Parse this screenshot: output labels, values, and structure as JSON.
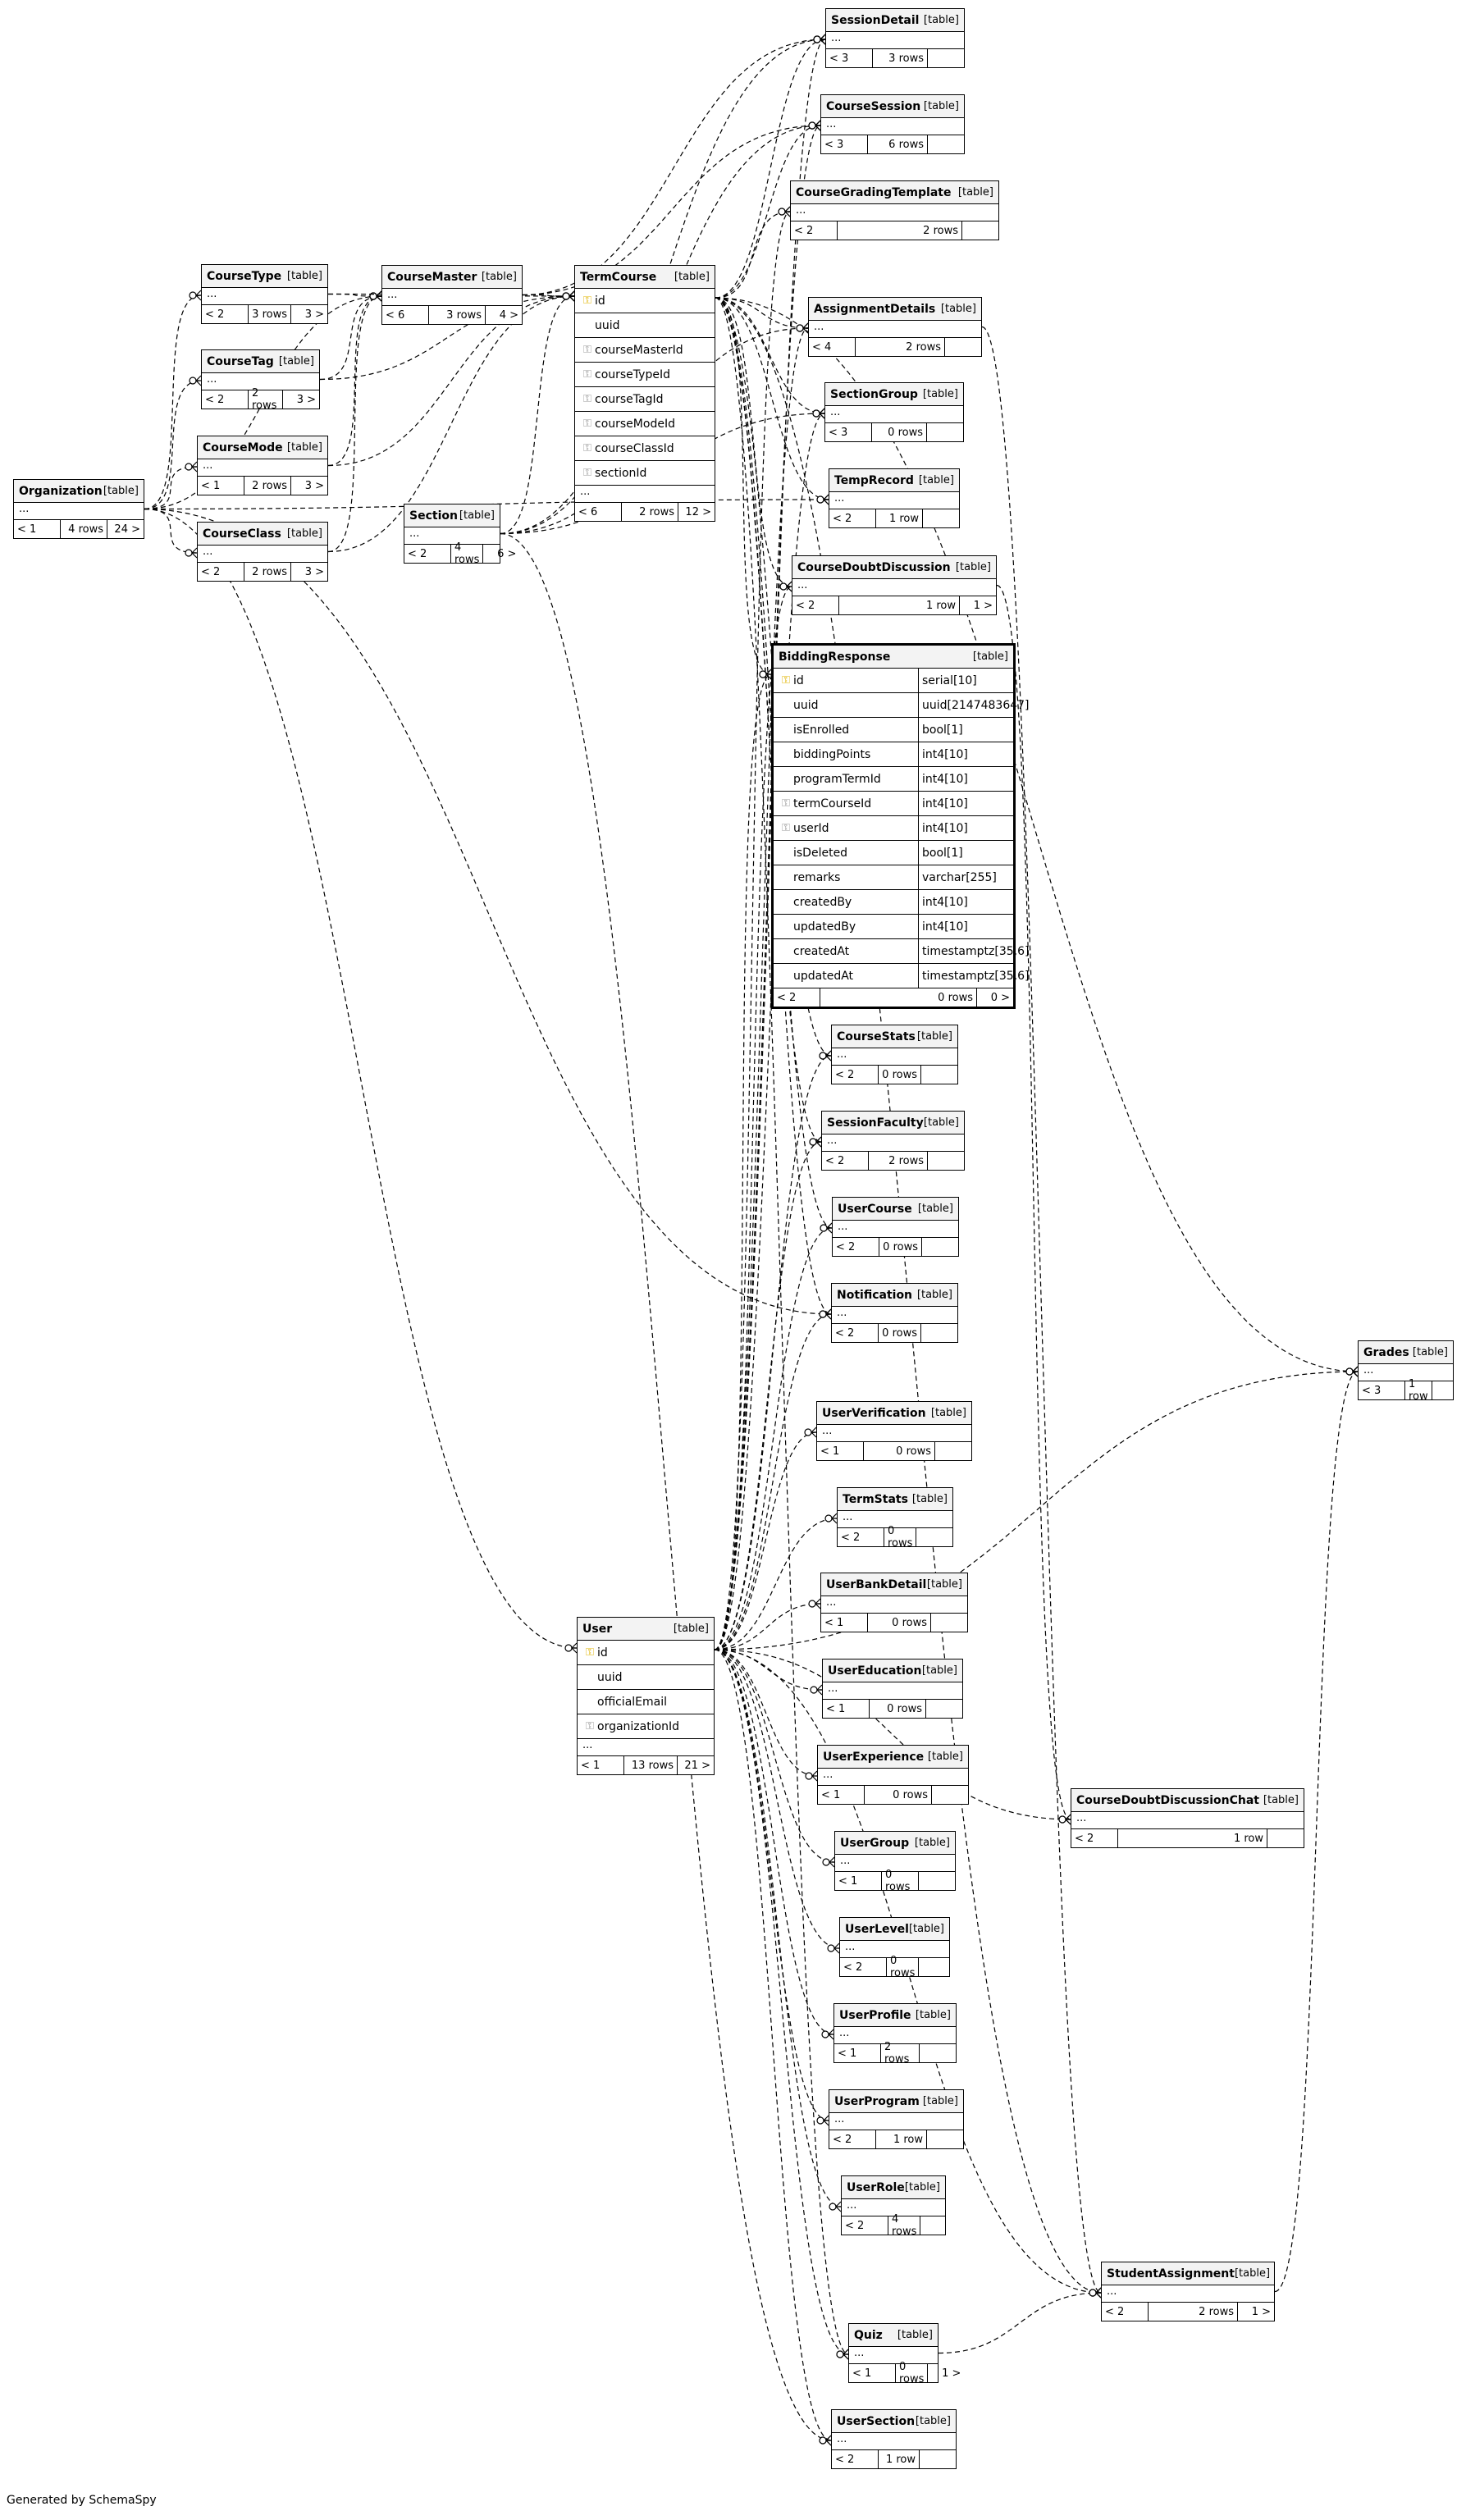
{
  "credit": "Generated by SchemaSpy",
  "tables": [
    {
      "key": "SessionDetail",
      "name": "SessionDetail",
      "kind": "[table]",
      "columns": [],
      "collapsed": true,
      "parents": "< 3",
      "rows": "3 rows",
      "children": ""
    },
    {
      "key": "CourseSession",
      "name": "CourseSession",
      "kind": "[table]",
      "columns": [],
      "collapsed": true,
      "parents": "< 3",
      "rows": "6 rows",
      "children": ""
    },
    {
      "key": "CourseGradingTemplate",
      "name": "CourseGradingTemplate",
      "kind": "[table]",
      "columns": [],
      "collapsed": true,
      "parents": "< 2",
      "rows": "2 rows",
      "children": ""
    },
    {
      "key": "CourseType",
      "name": "CourseType",
      "kind": "[table]",
      "columns": [],
      "collapsed": true,
      "parents": "< 2",
      "rows": "3 rows",
      "children": "3 >"
    },
    {
      "key": "CourseMaster",
      "name": "CourseMaster",
      "kind": "[table]",
      "columns": [],
      "collapsed": true,
      "parents": "< 6",
      "rows": "3 rows",
      "children": "4 >"
    },
    {
      "key": "TermCourse",
      "name": "TermCourse",
      "kind": "[table]",
      "columns": [
        {
          "name": "id",
          "icon": "pk"
        },
        {
          "name": "uuid",
          "icon": ""
        },
        {
          "name": "courseMasterId",
          "icon": "fk"
        },
        {
          "name": "courseTypeId",
          "icon": "fk"
        },
        {
          "name": "courseTagId",
          "icon": "fk"
        },
        {
          "name": "courseModeId",
          "icon": "fk"
        },
        {
          "name": "courseClassId",
          "icon": "fk"
        },
        {
          "name": "sectionId",
          "icon": "fk"
        }
      ],
      "collapsed": true,
      "parents": "< 6",
      "rows": "2 rows",
      "children": "12 >"
    },
    {
      "key": "AssignmentDetails",
      "name": "AssignmentDetails",
      "kind": "[table]",
      "columns": [],
      "collapsed": true,
      "parents": "< 4",
      "rows": "2 rows",
      "children": ""
    },
    {
      "key": "CourseTag",
      "name": "CourseTag",
      "kind": "[table]",
      "columns": [],
      "collapsed": true,
      "parents": "< 2",
      "rows": "2 rows",
      "children": "3 >"
    },
    {
      "key": "SectionGroup",
      "name": "SectionGroup",
      "kind": "[table]",
      "columns": [],
      "collapsed": true,
      "parents": "< 3",
      "rows": "0 rows",
      "children": ""
    },
    {
      "key": "CourseMode",
      "name": "CourseMode",
      "kind": "[table]",
      "columns": [],
      "collapsed": true,
      "parents": "< 1",
      "rows": "2 rows",
      "children": "3 >"
    },
    {
      "key": "Organization",
      "name": "Organization",
      "kind": "[table]",
      "columns": [],
      "collapsed": true,
      "parents": "< 1",
      "rows": "4 rows",
      "children": "24 >"
    },
    {
      "key": "TempRecord",
      "name": "TempRecord",
      "kind": "[table]",
      "columns": [],
      "collapsed": true,
      "parents": "< 2",
      "rows": "1 row",
      "children": ""
    },
    {
      "key": "Section",
      "name": "Section",
      "kind": "[table]",
      "columns": [],
      "collapsed": true,
      "parents": "< 2",
      "rows": "4 rows",
      "children": "6 >"
    },
    {
      "key": "CourseClass",
      "name": "CourseClass",
      "kind": "[table]",
      "columns": [],
      "collapsed": true,
      "parents": "< 2",
      "rows": "2 rows",
      "children": "3 >"
    },
    {
      "key": "CourseDoubtDiscussion",
      "name": "CourseDoubtDiscussion",
      "kind": "[table]",
      "columns": [],
      "collapsed": true,
      "parents": "< 2",
      "rows": "1 row",
      "children": "1 >"
    },
    {
      "key": "BiddingResponse",
      "name": "BiddingResponse",
      "kind": "[table]",
      "columns": [
        {
          "name": "id",
          "icon": "pk",
          "type": "serial[10]"
        },
        {
          "name": "uuid",
          "icon": "",
          "type": "uuid[2147483647]"
        },
        {
          "name": "isEnrolled",
          "icon": "",
          "type": "bool[1]"
        },
        {
          "name": "biddingPoints",
          "icon": "",
          "type": "int4[10]"
        },
        {
          "name": "programTermId",
          "icon": "",
          "type": "int4[10]"
        },
        {
          "name": "termCourseId",
          "icon": "fk",
          "type": "int4[10]"
        },
        {
          "name": "userId",
          "icon": "fk",
          "type": "int4[10]"
        },
        {
          "name": "isDeleted",
          "icon": "",
          "type": "bool[1]"
        },
        {
          "name": "remarks",
          "icon": "",
          "type": "varchar[255]"
        },
        {
          "name": "createdBy",
          "icon": "",
          "type": "int4[10]"
        },
        {
          "name": "updatedBy",
          "icon": "",
          "type": "int4[10]"
        },
        {
          "name": "createdAt",
          "icon": "",
          "type": "timestamptz[35,6]"
        },
        {
          "name": "updatedAt",
          "icon": "",
          "type": "timestamptz[35,6]"
        }
      ],
      "collapsed": false,
      "parents": "< 2",
      "rows": "0 rows",
      "children": "0 >"
    },
    {
      "key": "CourseStats",
      "name": "CourseStats",
      "kind": "[table]",
      "columns": [],
      "collapsed": true,
      "parents": "< 2",
      "rows": "0 rows",
      "children": ""
    },
    {
      "key": "SessionFaculty",
      "name": "SessionFaculty",
      "kind": "[table]",
      "columns": [],
      "collapsed": true,
      "parents": "< 2",
      "rows": "2 rows",
      "children": ""
    },
    {
      "key": "UserCourse",
      "name": "UserCourse",
      "kind": "[table]",
      "columns": [],
      "collapsed": true,
      "parents": "< 2",
      "rows": "0 rows",
      "children": ""
    },
    {
      "key": "Notification",
      "name": "Notification",
      "kind": "[table]",
      "columns": [],
      "collapsed": true,
      "parents": "< 2",
      "rows": "0 rows",
      "children": ""
    },
    {
      "key": "Grades",
      "name": "Grades",
      "kind": "[table]",
      "columns": [],
      "collapsed": true,
      "parents": "< 3",
      "rows": "1 row",
      "children": ""
    },
    {
      "key": "UserVerification",
      "name": "UserVerification",
      "kind": "[table]",
      "columns": [],
      "collapsed": true,
      "parents": "< 1",
      "rows": "0 rows",
      "children": ""
    },
    {
      "key": "TermStats",
      "name": "TermStats",
      "kind": "[table]",
      "columns": [],
      "collapsed": true,
      "parents": "< 2",
      "rows": "0 rows",
      "children": ""
    },
    {
      "key": "UserBankDetail",
      "name": "UserBankDetail",
      "kind": "[table]",
      "columns": [],
      "collapsed": true,
      "parents": "< 1",
      "rows": "0 rows",
      "children": ""
    },
    {
      "key": "User",
      "name": "User",
      "kind": "[table]",
      "columns": [
        {
          "name": "id",
          "icon": "pk"
        },
        {
          "name": "uuid",
          "icon": ""
        },
        {
          "name": "officialEmail",
          "icon": ""
        },
        {
          "name": "organizationId",
          "icon": "fk"
        }
      ],
      "collapsed": true,
      "parents": "< 1",
      "rows": "13 rows",
      "children": "21 >"
    },
    {
      "key": "UserEducation",
      "name": "UserEducation",
      "kind": "[table]",
      "columns": [],
      "collapsed": true,
      "parents": "< 1",
      "rows": "0 rows",
      "children": ""
    },
    {
      "key": "UserExperience",
      "name": "UserExperience",
      "kind": "[table]",
      "columns": [],
      "collapsed": true,
      "parents": "< 1",
      "rows": "0 rows",
      "children": ""
    },
    {
      "key": "CourseDoubtDiscussionChat",
      "name": "CourseDoubtDiscussionChat",
      "kind": "[table]",
      "columns": [],
      "collapsed": true,
      "parents": "< 2",
      "rows": "1 row",
      "children": ""
    },
    {
      "key": "UserGroup",
      "name": "UserGroup",
      "kind": "[table]",
      "columns": [],
      "collapsed": true,
      "parents": "< 1",
      "rows": "0 rows",
      "children": ""
    },
    {
      "key": "UserLevel",
      "name": "UserLevel",
      "kind": "[table]",
      "columns": [],
      "collapsed": true,
      "parents": "< 2",
      "rows": "0 rows",
      "children": ""
    },
    {
      "key": "UserProfile",
      "name": "UserProfile",
      "kind": "[table]",
      "columns": [],
      "collapsed": true,
      "parents": "< 1",
      "rows": "2 rows",
      "children": ""
    },
    {
      "key": "UserProgram",
      "name": "UserProgram",
      "kind": "[table]",
      "columns": [],
      "collapsed": true,
      "parents": "< 2",
      "rows": "1 row",
      "children": ""
    },
    {
      "key": "UserRole",
      "name": "UserRole",
      "kind": "[table]",
      "columns": [],
      "collapsed": true,
      "parents": "< 2",
      "rows": "4 rows",
      "children": ""
    },
    {
      "key": "StudentAssignment",
      "name": "StudentAssignment",
      "kind": "[table]",
      "columns": [],
      "collapsed": true,
      "parents": "< 2",
      "rows": "2 rows",
      "children": "1 >"
    },
    {
      "key": "Quiz",
      "name": "Quiz",
      "kind": "[table]",
      "columns": [],
      "collapsed": true,
      "parents": "< 1",
      "rows": "0 rows",
      "children": "1 >"
    },
    {
      "key": "UserSection",
      "name": "UserSection",
      "kind": "[table]",
      "columns": [],
      "collapsed": true,
      "parents": "< 2",
      "rows": "1 row",
      "children": ""
    }
  ],
  "relationships": [
    [
      "Organization",
      "CourseType"
    ],
    [
      "Organization",
      "CourseTag"
    ],
    [
      "Organization",
      "CourseMode"
    ],
    [
      "Organization",
      "CourseClass"
    ],
    [
      "Organization",
      "User"
    ],
    [
      "Organization",
      "Notification"
    ],
    [
      "Organization",
      "TempRecord"
    ],
    [
      "Organization",
      "CourseMaster"
    ],
    [
      "CourseType",
      "CourseMaster"
    ],
    [
      "CourseTag",
      "CourseMaster"
    ],
    [
      "CourseMode",
      "CourseMaster"
    ],
    [
      "CourseClass",
      "CourseMaster"
    ],
    [
      "CourseMaster",
      "TermCourse"
    ],
    [
      "CourseType",
      "TermCourse"
    ],
    [
      "CourseTag",
      "TermCourse"
    ],
    [
      "CourseMode",
      "TermCourse"
    ],
    [
      "CourseClass",
      "TermCourse"
    ],
    [
      "Section",
      "TermCourse"
    ],
    [
      "CourseMaster",
      "SessionDetail"
    ],
    [
      "CourseMaster",
      "CourseSession"
    ],
    [
      "TermCourse",
      "SessionDetail"
    ],
    [
      "TermCourse",
      "CourseSession"
    ],
    [
      "TermCourse",
      "CourseGradingTemplate"
    ],
    [
      "TermCourse",
      "AssignmentDetails"
    ],
    [
      "TermCourse",
      "SectionGroup"
    ],
    [
      "TermCourse",
      "TempRecord"
    ],
    [
      "TermCourse",
      "CourseDoubtDiscussion"
    ],
    [
      "TermCourse",
      "BiddingResponse"
    ],
    [
      "TermCourse",
      "CourseStats"
    ],
    [
      "TermCourse",
      "SessionFaculty"
    ],
    [
      "TermCourse",
      "UserCourse"
    ],
    [
      "TermCourse",
      "Notification"
    ],
    [
      "TermCourse",
      "Grades"
    ],
    [
      "TermCourse",
      "StudentAssignment"
    ],
    [
      "TermCourse",
      "Quiz"
    ],
    [
      "Section",
      "SessionDetail"
    ],
    [
      "Section",
      "CourseSession"
    ],
    [
      "Section",
      "AssignmentDetails"
    ],
    [
      "Section",
      "SectionGroup"
    ],
    [
      "Section",
      "UserSection"
    ],
    [
      "User",
      "SessionDetail"
    ],
    [
      "User",
      "CourseSession"
    ],
    [
      "User",
      "CourseGradingTemplate"
    ],
    [
      "User",
      "AssignmentDetails"
    ],
    [
      "User",
      "SectionGroup"
    ],
    [
      "User",
      "CourseDoubtDiscussion"
    ],
    [
      "User",
      "BiddingResponse"
    ],
    [
      "User",
      "CourseStats"
    ],
    [
      "User",
      "SessionFaculty"
    ],
    [
      "User",
      "UserCourse"
    ],
    [
      "User",
      "Notification"
    ],
    [
      "User",
      "Grades"
    ],
    [
      "User",
      "UserVerification"
    ],
    [
      "User",
      "TermStats"
    ],
    [
      "User",
      "UserBankDetail"
    ],
    [
      "User",
      "UserEducation"
    ],
    [
      "User",
      "UserExperience"
    ],
    [
      "User",
      "UserGroup"
    ],
    [
      "User",
      "UserLevel"
    ],
    [
      "User",
      "UserProfile"
    ],
    [
      "User",
      "UserProgram"
    ],
    [
      "User",
      "UserRole"
    ],
    [
      "User",
      "StudentAssignment"
    ],
    [
      "User",
      "Quiz"
    ],
    [
      "User",
      "UserSection"
    ],
    [
      "CourseDoubtDiscussion",
      "CourseDoubtDiscussionChat"
    ],
    [
      "User",
      "CourseDoubtDiscussionChat"
    ],
    [
      "AssignmentDetails",
      "StudentAssignment"
    ],
    [
      "Quiz",
      "StudentAssignment"
    ],
    [
      "StudentAssignment",
      "Grades"
    ]
  ]
}
